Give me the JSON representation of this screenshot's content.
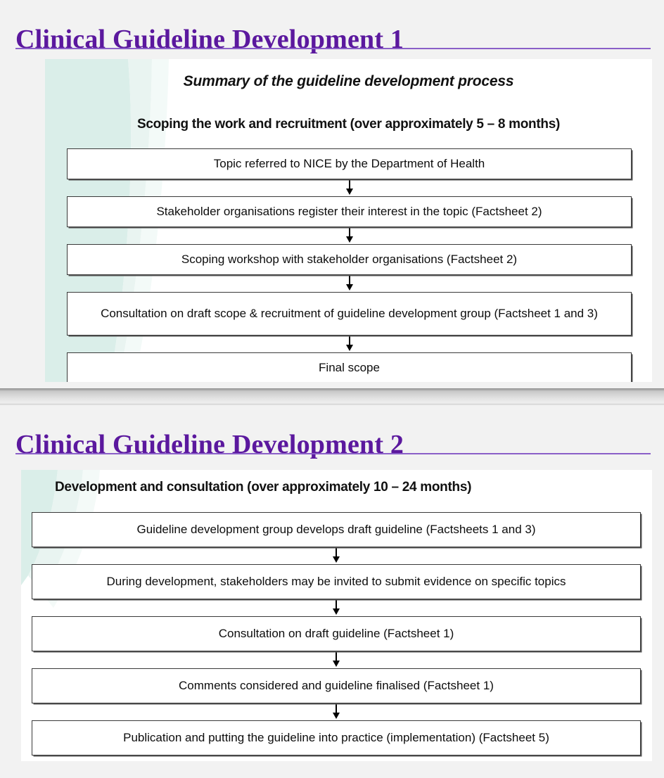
{
  "theme": {
    "background": "#f2f2f2",
    "title_color": "#5b189e",
    "rule_color": "#8a5fc8",
    "canvas_color": "#ffffff",
    "swoosh_color": "#d9ece7",
    "box_border": "#3a3a3a",
    "text_color": "#0d0d0d"
  },
  "slides": [
    {
      "title": "Clinical Guideline Development 1",
      "headings": {
        "summary": "Summary of the guideline development process",
        "phase": "Scoping the work and recruitment (over approximately 5 – 8 months)"
      },
      "steps": [
        "Topic referred to NICE by the Department of Health",
        "Stakeholder organisations register their interest in the topic (Factsheet 2)",
        "Scoping workshop with stakeholder organisations (Factsheet 2)",
        "Consultation on draft scope & recruitment of guideline development group (Factsheet 1 and 3)",
        "Final scope"
      ]
    },
    {
      "title": "Clinical Guideline Development 2",
      "headings": {
        "phase": "Development and consultation (over approximately 10 – 24 months)"
      },
      "steps": [
        "Guideline development group develops draft guideline (Factsheets 1 and 3)",
        "During development, stakeholders may be invited to submit evidence on specific topics",
        "Consultation on draft guideline (Factsheet 1)",
        "Comments considered and guideline finalised (Factsheet 1)",
        "Publication and putting the guideline into practice (implementation) (Factsheet 5)"
      ]
    }
  ]
}
